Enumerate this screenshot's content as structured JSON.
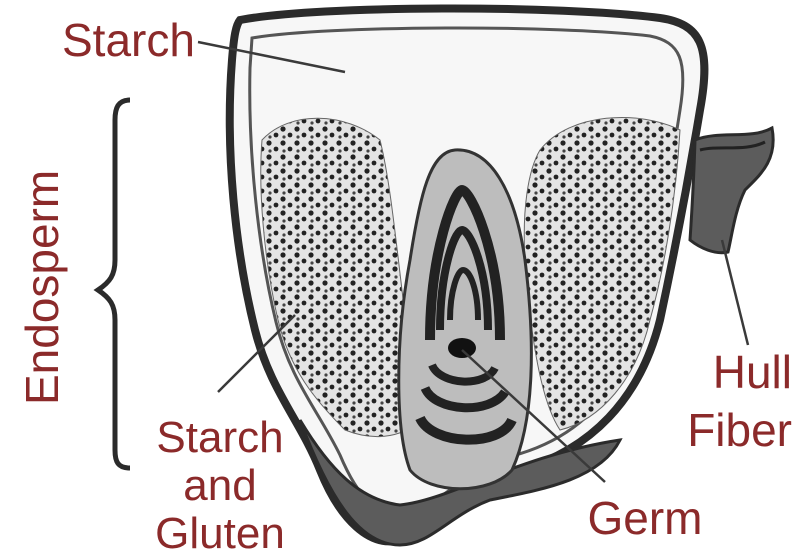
{
  "labels": {
    "starch_top": "Starch",
    "endosperm": "Endosperm",
    "starch_gluten_1": "Starch",
    "starch_gluten_2": "and",
    "starch_gluten_3": "Gluten",
    "germ": "Germ",
    "hull": "Hull",
    "fiber": "Fiber"
  },
  "colors": {
    "label": "#8b2a2a",
    "outline": "#2b2b2b",
    "hull_fill": "#5c5c5c",
    "germ_fill": "#bdbdbd",
    "dot_region_fill": "#e2e2e2",
    "starch_fill": "#f7f7f7",
    "leader": "#3a3a3a"
  }
}
